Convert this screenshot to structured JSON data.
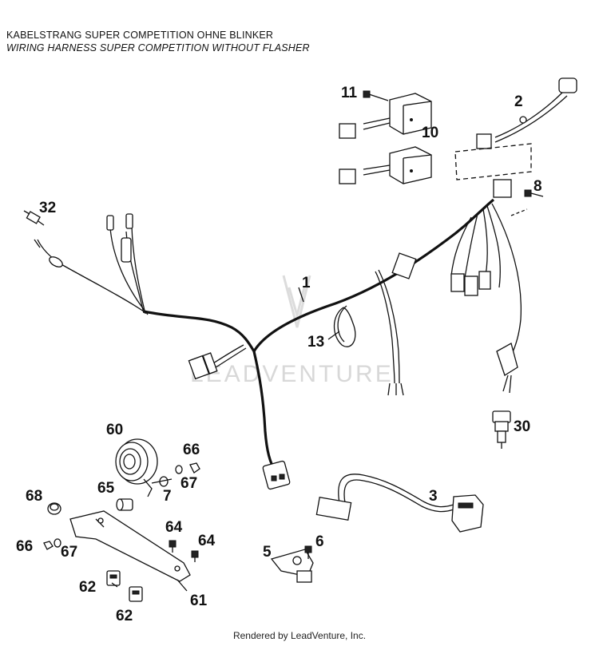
{
  "header": {
    "title_de": "KABELSTRANG SUPER COMPETITION OHNE BLINKER",
    "title_en": "WIRING HARNESS SUPER COMPETITION WITHOUT FLASHER"
  },
  "watermark": "LEADVENTURE",
  "footer": {
    "text": "Rendered by LeadVenture, Inc."
  },
  "callouts": {
    "c1": "1",
    "c2": "2",
    "c3": "3",
    "c5": "5",
    "c6": "6",
    "c7": "7",
    "c8": "8",
    "c10": "10",
    "c11": "11",
    "c13": "13",
    "c30": "30",
    "c32": "32",
    "c60": "60",
    "c61": "61",
    "c62a": "62",
    "c62b": "62",
    "c64a": "64",
    "c64b": "64",
    "c65": "65",
    "c66a": "66",
    "c66b": "66",
    "c67a": "67",
    "c67b": "67",
    "c68": "68"
  }
}
